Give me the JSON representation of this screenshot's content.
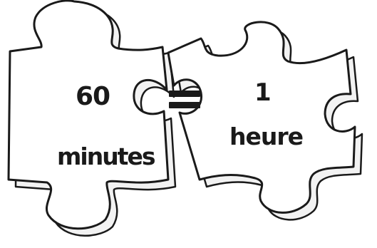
{
  "left_piece": {
    "number": "60",
    "unit": "minutes"
  },
  "equals_sign": "=",
  "right_piece": {
    "number": "1",
    "unit": "heure"
  },
  "colors": {
    "outline": "#1a1a1a",
    "fill": "#ffffff",
    "shadow": "#f2f2f2"
  }
}
